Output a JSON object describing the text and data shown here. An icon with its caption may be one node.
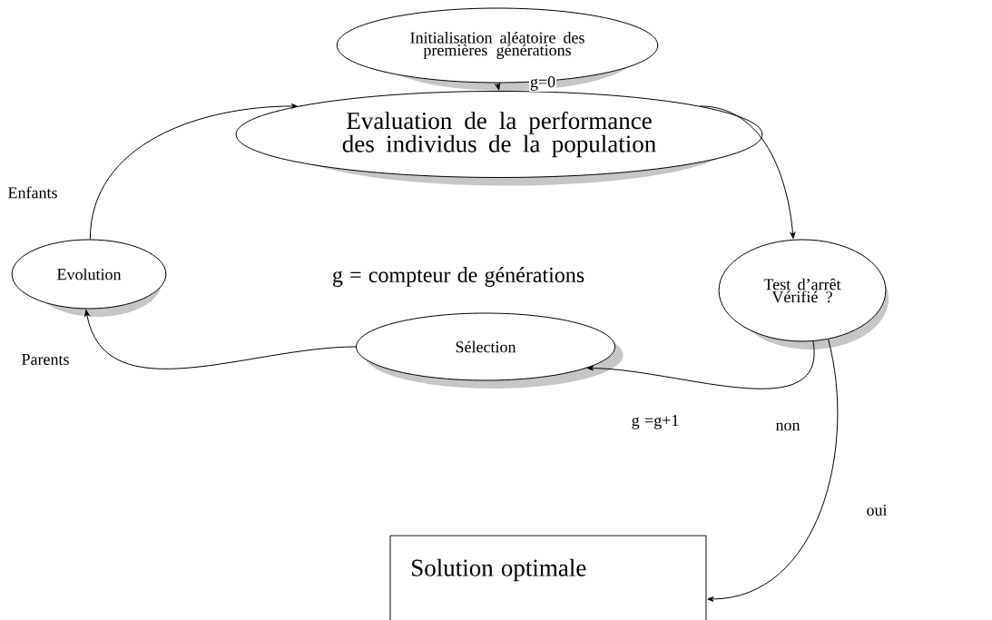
{
  "diagram": {
    "nodes": [
      {
        "text": [
          "Initialisation aléatoire des premières générations"
        ]
      },
      {
        "text": [
          "Evaluation de la performance des individus de la population"
        ]
      },
      {
        "text": [
          "Test d’arrêt Vérifié ?"
        ]
      },
      {
        "text": [
          "Evolution"
        ]
      },
      {
        "text": [
          "Sélection"
        ]
      },
      {
        "text": [
          "Solution optimale"
        ]
      }
    ],
    "edges": [
      {
        "from": 0,
        "to": 1,
        "arrow": "to",
        "label": "g=0"
      },
      {
        "from": 1,
        "to": 2,
        "arrow": "to"
      },
      {
        "from": 2,
        "to": 4,
        "arrow": "to",
        "label": "non"
      },
      {
        "from": 2,
        "to": 5,
        "arrow": "to",
        "label": "oui"
      },
      {
        "from": 4,
        "to": 3,
        "arrow": "to",
        "label": "Parents"
      },
      {
        "from": 3,
        "to": 1,
        "arrow": "to",
        "label": "Enfants"
      }
    ],
    "labels": [
      "g = compteur de générations",
      "g =g+1"
    ]
  }
}
